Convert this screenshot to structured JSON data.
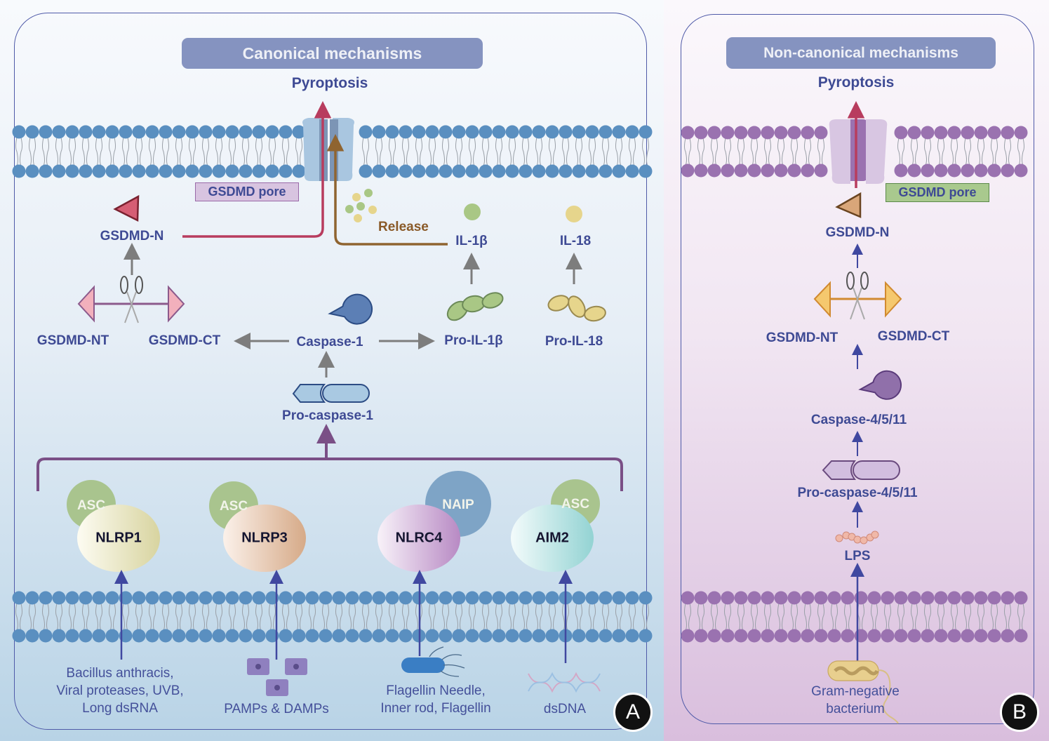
{
  "panel_a": {
    "title": "Canonical mechanisms",
    "outcome": "Pyroptosis",
    "pore_label": "GSDMD pore",
    "release_label": "Release",
    "gsdmd_n": "GSDMD-N",
    "gsdmd_nt": "GSDMD-NT",
    "gsdmd_ct": "GSDMD-CT",
    "caspase": "Caspase-1",
    "pro_caspase": "Pro-caspase-1",
    "il1b": "IL-1β",
    "il18": "IL-18",
    "pro_il1b": "Pro-IL-1β",
    "pro_il18": "Pro-IL-18",
    "inflammasomes": [
      {
        "sensor": "NLRP1",
        "adaptor": "ASC",
        "trigger": [
          "Bacillus anthracis,",
          "Viral proteases, UVB,",
          "Long dsRNA"
        ]
      },
      {
        "sensor": "NLRP3",
        "adaptor": "ASC",
        "trigger": [
          "PAMPs & DAMPs"
        ]
      },
      {
        "sensor": "NLRC4",
        "adaptor": "NAIP",
        "trigger": [
          "Flagellin Needle,",
          "Inner rod, Flagellin"
        ]
      },
      {
        "sensor": "AIM2",
        "adaptor": "ASC",
        "trigger": [
          "dsDNA"
        ]
      }
    ],
    "badge": "A",
    "colors": {
      "membrane": "#5a8fc0",
      "pore": "#a9c6e0",
      "gsdmd_fragment": "#f0aab8",
      "caspase": "#6585b8",
      "arrow_main": "#b83c5e",
      "arrow_release": "#8f6430"
    }
  },
  "panel_b": {
    "title": "Non-canonical mechanisms",
    "outcome": "Pyroptosis",
    "pore_label": "GSDMD pore",
    "gsdmd_n": "GSDMD-N",
    "gsdmd_nt": "GSDMD-NT",
    "gsdmd_ct": "GSDMD-CT",
    "caspase": "Caspase-4/5/11",
    "pro_caspase": "Pro-caspase-4/5/11",
    "lps": "LPS",
    "trigger": [
      "Gram-negative",
      "bacterium"
    ],
    "badge": "B",
    "colors": {
      "membrane": "#9a72b0",
      "pore": "#d8c6e2",
      "gsdmd_fragment": "#f5c86e",
      "caspase": "#9070aa"
    }
  }
}
